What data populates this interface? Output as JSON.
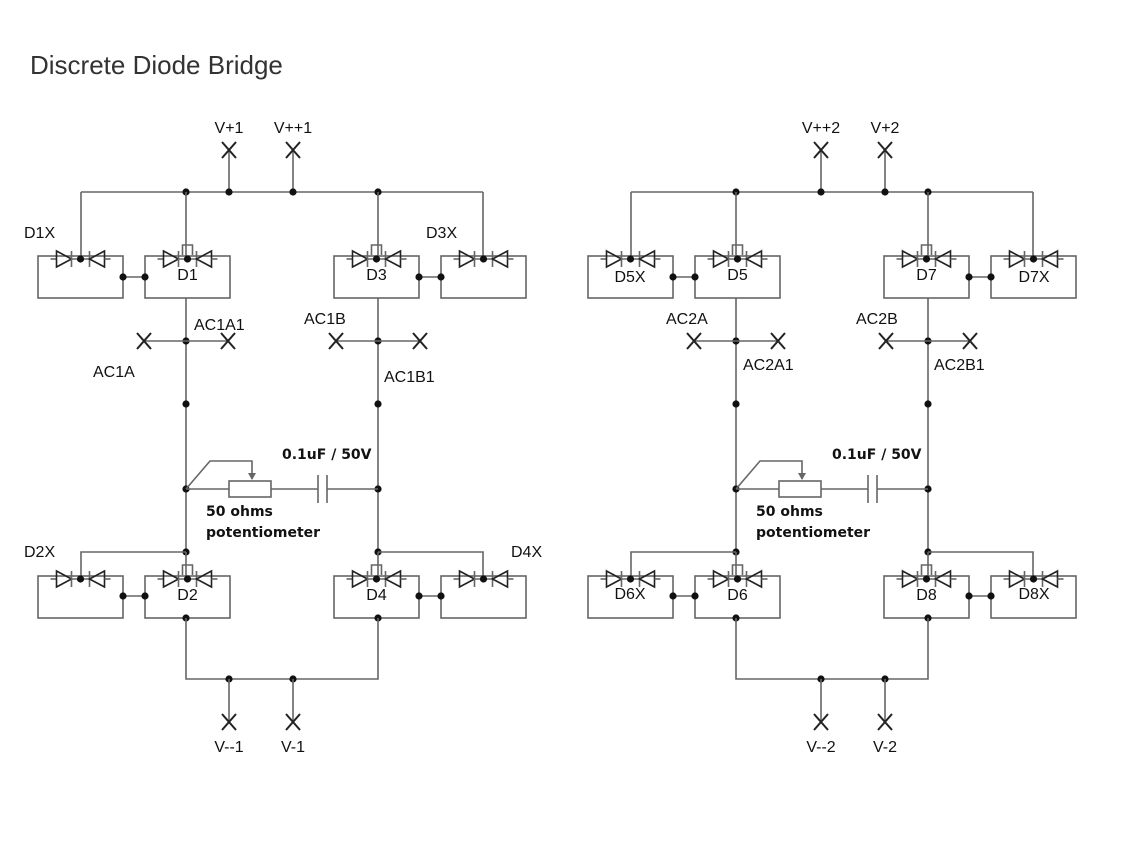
{
  "title": "Discrete Diode Bridge",
  "colors": {
    "wire": "#666666",
    "ink": "#111111"
  },
  "bridges": [
    {
      "rails": {
        "top_left": "V+1",
        "top_right": "V++1",
        "bottom_left": "V--1",
        "bottom_right": "V-1"
      },
      "ac": {
        "left_in": "AC1A",
        "left_out": "AC1A1",
        "right_in": "AC1B",
        "right_out": "AC1B1"
      },
      "diodes": {
        "tl": "D1",
        "tlx": "D1X",
        "tr": "D3",
        "trx": "D3X",
        "bl": "D2",
        "blx": "D2X",
        "br": "D4",
        "brx": "D4X"
      },
      "snubber": {
        "capacitor": "0.1uF / 50V",
        "resistor_line1": "50 ohms",
        "resistor_line2": "potentiometer"
      }
    },
    {
      "rails": {
        "top_left": "V++2",
        "top_right": "V+2",
        "bottom_left": "V--2",
        "bottom_right": "V-2"
      },
      "ac": {
        "left_in": "AC2A",
        "left_out": "AC2A1",
        "right_in": "AC2B",
        "right_out": "AC2B1"
      },
      "diodes": {
        "tl": "D5",
        "tlx": "D5X",
        "tr": "D7",
        "trx": "D7X",
        "bl": "D6",
        "blx": "D6X",
        "br": "D8",
        "brx": "D8X"
      },
      "snubber": {
        "capacitor": "0.1uF / 50V",
        "resistor_line1": "50 ohms",
        "resistor_line2": "potentiometer"
      }
    }
  ]
}
